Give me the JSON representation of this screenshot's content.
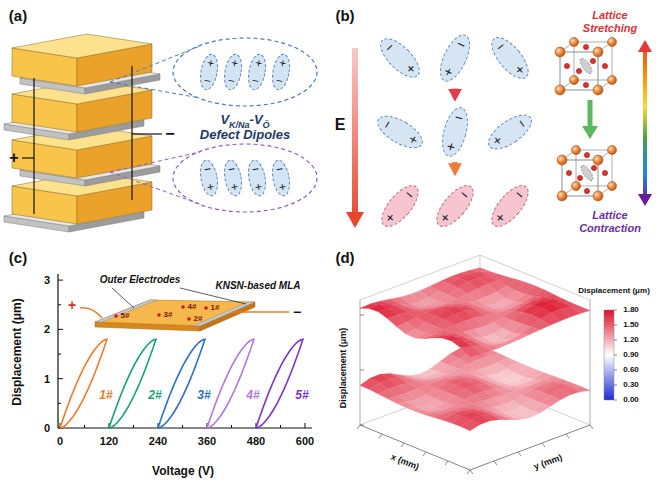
{
  "diagram": {
    "nodes": [
      {
        "text": [
          "+",
          "−"
        ]
      },
      {
        "text": [
          "+",
          "−"
        ]
      },
      {
        "text": [
          "+",
          "−"
        ]
      },
      {
        "text": [
          "+",
          "−"
        ]
      },
      {
        "text": [
          "−",
          "+"
        ]
      },
      {
        "text": [
          "−",
          "+"
        ]
      },
      {
        "text": [
          "−",
          "+"
        ]
      },
      {
        "text": [
          "−",
          "+"
        ]
      },
      {
        "text": [
          "−",
          "+"
        ]
      },
      {
        "text": [
          "−",
          "+"
        ]
      },
      {
        "text": [
          "−",
          "+"
        ]
      },
      {
        "text": [
          "−",
          "+"
        ]
      },
      {
        "text": [
          "−",
          "+"
        ]
      },
      {
        "text": [
          "−",
          "+"
        ]
      },
      {
        "text": [
          "−",
          "+"
        ]
      },
      {
        "text": [
          "−",
          "+"
        ]
      },
      {
        "text": [
          "−",
          "+"
        ]
      }
    ],
    "edges": [
      {
        "from": 9,
        "to": 12,
        "arrow": "to"
      },
      {
        "from": 12,
        "to": 15,
        "arrow": "to"
      }
    ],
    "labels": [
      "(a)",
      "+",
      "−",
      "V",
      "K/Na",
      "-V",
      "Ö",
      "Defect Dipoles",
      "(b)",
      "E",
      "Lattice Stretching",
      "Lattice Contraction",
      "(c)",
      "Displacement (μm)",
      "Voltage (V)",
      "0",
      "1",
      "2",
      "3",
      "0",
      "120",
      "240",
      "360",
      "480",
      "600",
      "Outer Electrodes",
      "KNSN-based MLA",
      "+",
      "−",
      "4#",
      "5#",
      "3#",
      "1#",
      "2#",
      "1#",
      "2#",
      "3#",
      "4#",
      "5#",
      "(d)",
      "Displacement (μm)",
      "x (mm)",
      "y (mm)",
      "Displacement (μm)",
      "1.80",
      "1.50",
      "1.20",
      "0.90",
      "0.60",
      "0.30",
      "0.00"
    ]
  }
}
